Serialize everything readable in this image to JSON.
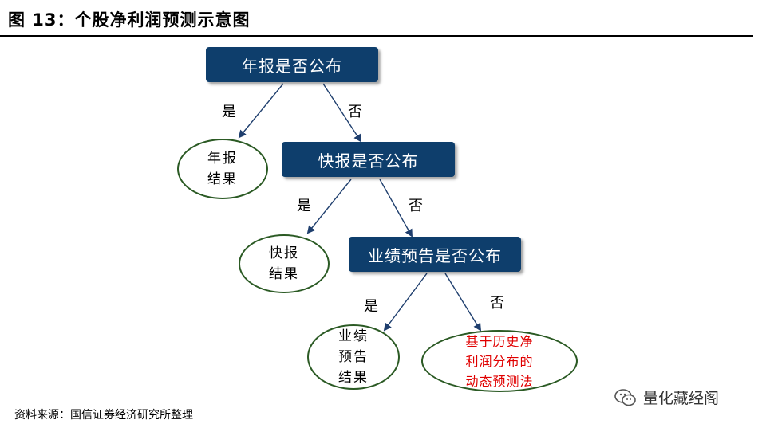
{
  "figure": {
    "title": "图 13：个股净利润预测示意图"
  },
  "nodes": {
    "annual_q": "年报是否公布",
    "express_q": "快报是否公布",
    "forecast_q": "业绩预告是否公布",
    "annual_result": "年报\n结果",
    "express_result": "快报\n结果",
    "forecast_result": "业绩\n预告\n结果",
    "dynamic_forecast": "基于历史净\n利润分布的\n动态预测法"
  },
  "branches": {
    "yes": "是",
    "no": "否"
  },
  "source": "资料来源：国信证券经济研究所整理",
  "watermark": {
    "text": "量化藏经阁",
    "icon": "wechat-icon"
  },
  "colors": {
    "box": "#0e3e6c",
    "ellipse_border": "#2b5a24",
    "highlight_text": "#e00000"
  }
}
